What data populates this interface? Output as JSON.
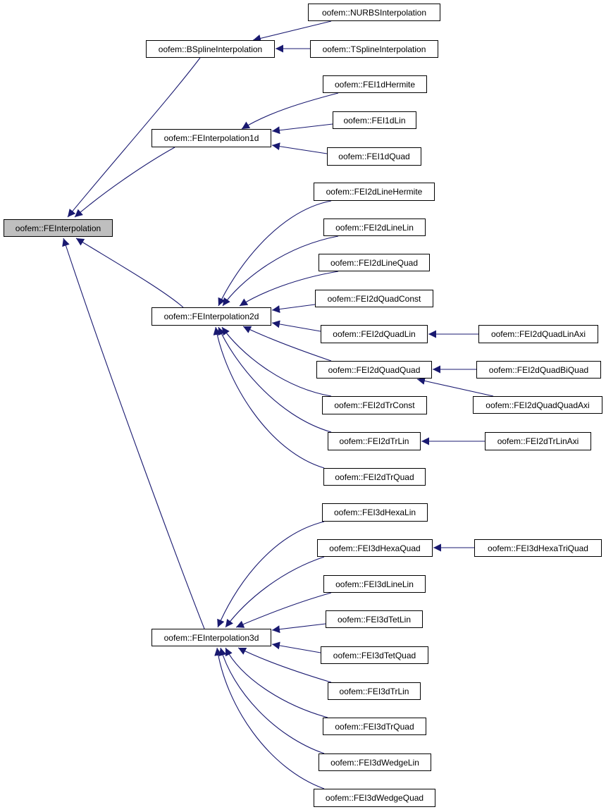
{
  "diagram": {
    "colors": {
      "edge": "#191970",
      "root_fill": "#bfbfbf",
      "node_fill": "#ffffff",
      "border": "#000000"
    },
    "nodes": {
      "root": "oofem::FEInterpolation",
      "bspline": "oofem::BSplineInterpolation",
      "nurbs": "oofem::NURBSInterpolation",
      "tspline": "oofem::TSplineInterpolation",
      "fei1d": "oofem::FEInterpolation1d",
      "fei1dhermite": "oofem::FEI1dHermite",
      "fei1dlin": "oofem::FEI1dLin",
      "fei1dquad": "oofem::FEI1dQuad",
      "fei2d": "oofem::FEInterpolation2d",
      "fei2dlinehermite": "oofem::FEI2dLineHermite",
      "fei2dlinelin": "oofem::FEI2dLineLin",
      "fei2dlinequad": "oofem::FEI2dLineQuad",
      "fei2dquadconst": "oofem::FEI2dQuadConst",
      "fei2dquadlin": "oofem::FEI2dQuadLin",
      "fei2dquadlinaxi": "oofem::FEI2dQuadLinAxi",
      "fei2dquadquad": "oofem::FEI2dQuadQuad",
      "fei2dquadbiquad": "oofem::FEI2dQuadBiQuad",
      "fei2dquadquadaxi": "oofem::FEI2dQuadQuadAxi",
      "fei2dtrconst": "oofem::FEI2dTrConst",
      "fei2dtrlin": "oofem::FEI2dTrLin",
      "fei2dtrlinaxi": "oofem::FEI2dTrLinAxi",
      "fei2dtrquad": "oofem::FEI2dTrQuad",
      "fei3d": "oofem::FEInterpolation3d",
      "fei3dhexalin": "oofem::FEI3dHexaLin",
      "fei3dhexaquad": "oofem::FEI3dHexaQuad",
      "fei3dhexatriquad": "oofem::FEI3dHexaTriQuad",
      "fei3dlinelin": "oofem::FEI3dLineLin",
      "fei3dtetlin": "oofem::FEI3dTetLin",
      "fei3dtetquad": "oofem::FEI3dTetQuad",
      "fei3dtrlin": "oofem::FEI3dTrLin",
      "fei3dtrquad": "oofem::FEI3dTrQuad",
      "fei3dwedgelin": "oofem::FEI3dWedgeLin",
      "fei3dwedgequad": "oofem::FEI3dWedgeQuad"
    }
  }
}
